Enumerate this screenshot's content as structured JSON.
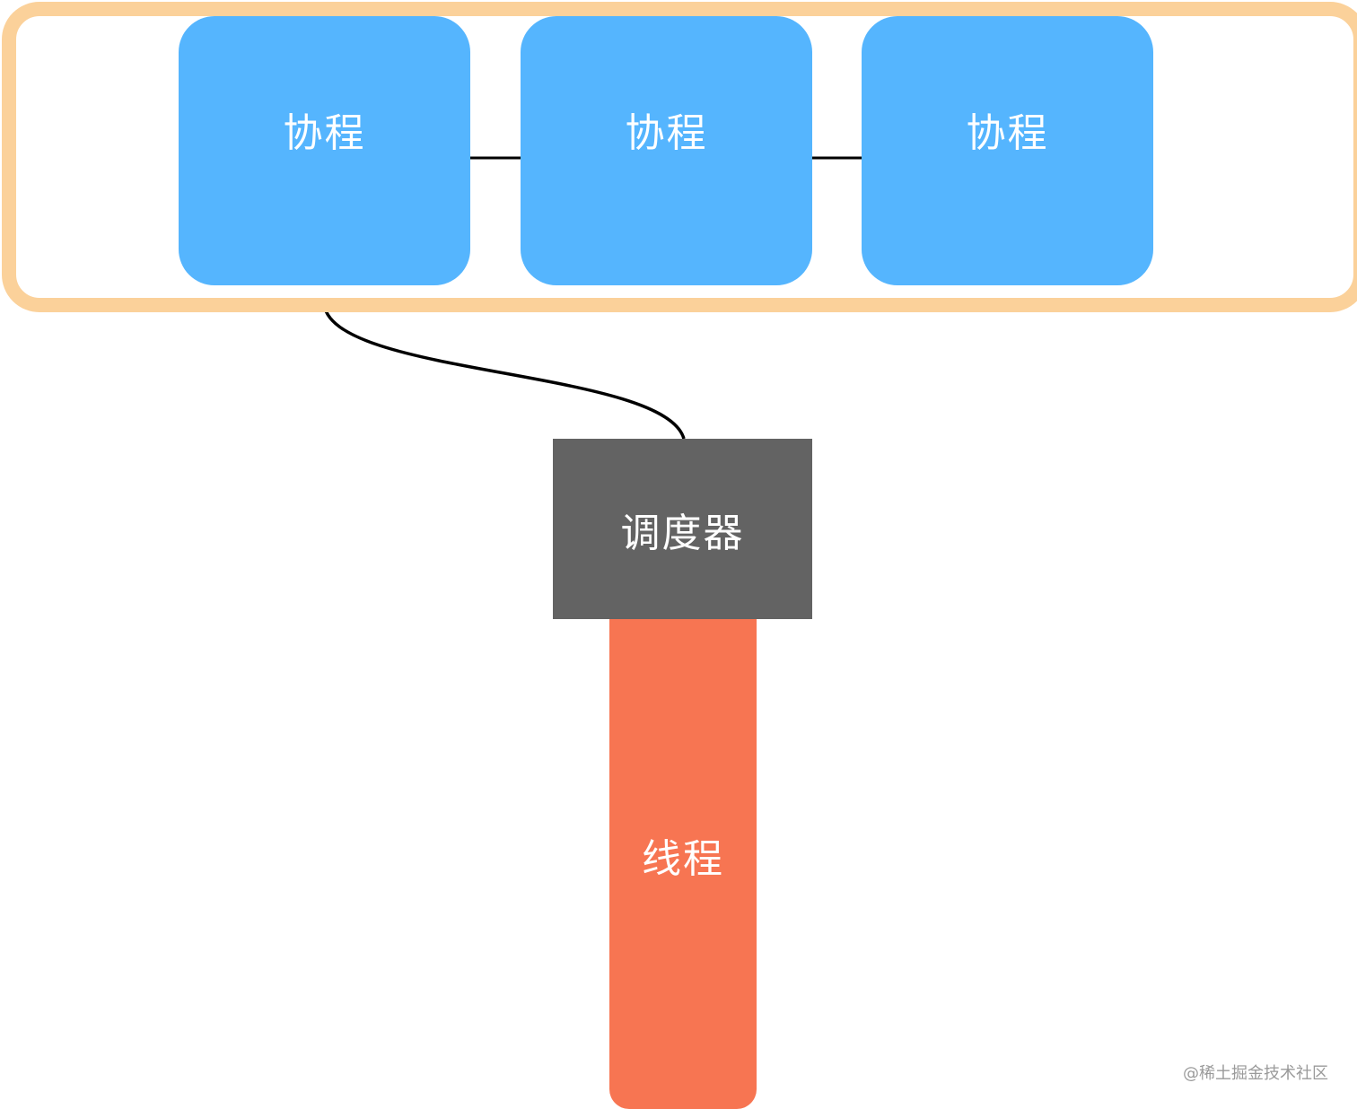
{
  "diagram": {
    "coroutines": [
      {
        "label": "协程"
      },
      {
        "label": "协程"
      },
      {
        "label": "协程"
      }
    ],
    "scheduler": {
      "label": "调度器"
    },
    "thread": {
      "label": "线程"
    },
    "watermark": "@稀土掘金技术社区"
  },
  "colors": {
    "coroutine": "#55b5fe",
    "container_border": "#fbd19a",
    "scheduler": "#636363",
    "thread": "#f77552"
  }
}
